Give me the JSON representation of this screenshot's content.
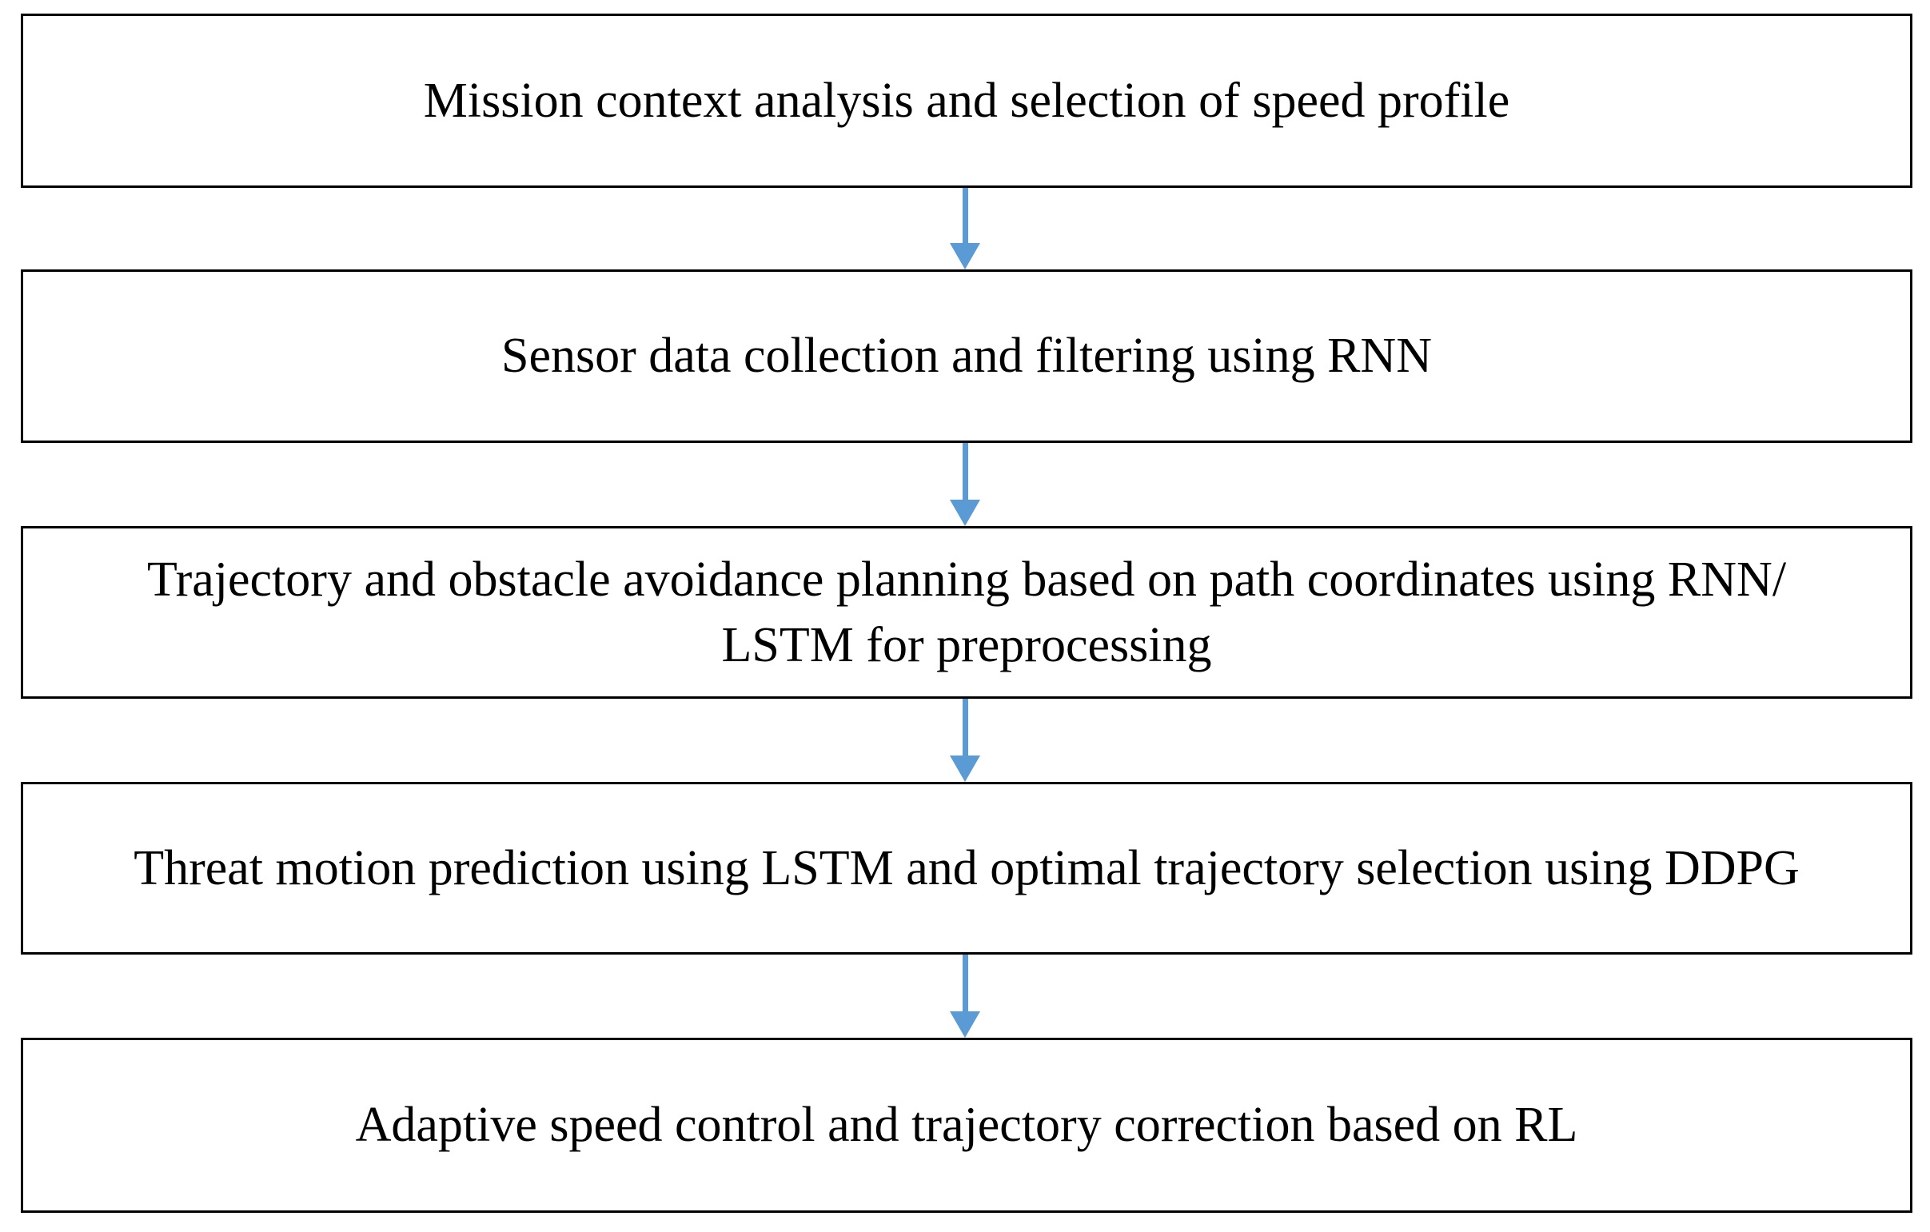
{
  "colors": {
    "arrow": "#5B9BD5",
    "box_border": "#000000",
    "box_background": "#FFFFFF",
    "text": "#000000",
    "page_background": "#FFFFFF"
  },
  "flowchart": {
    "type": "vertical-flow",
    "connector": "arrow-down",
    "steps": [
      {
        "label": "Mission context analysis and selection of speed profile"
      },
      {
        "label": "Sensor data collection and filtering using RNN"
      },
      {
        "label": "Trajectory and obstacle avoidance planning based on path coordinates using RNN/\nLSTM for preprocessing"
      },
      {
        "label": "Threat motion prediction using LSTM and optimal trajectory selection using DDPG"
      },
      {
        "label": "Adaptive speed control and trajectory correction based on RL"
      }
    ]
  }
}
